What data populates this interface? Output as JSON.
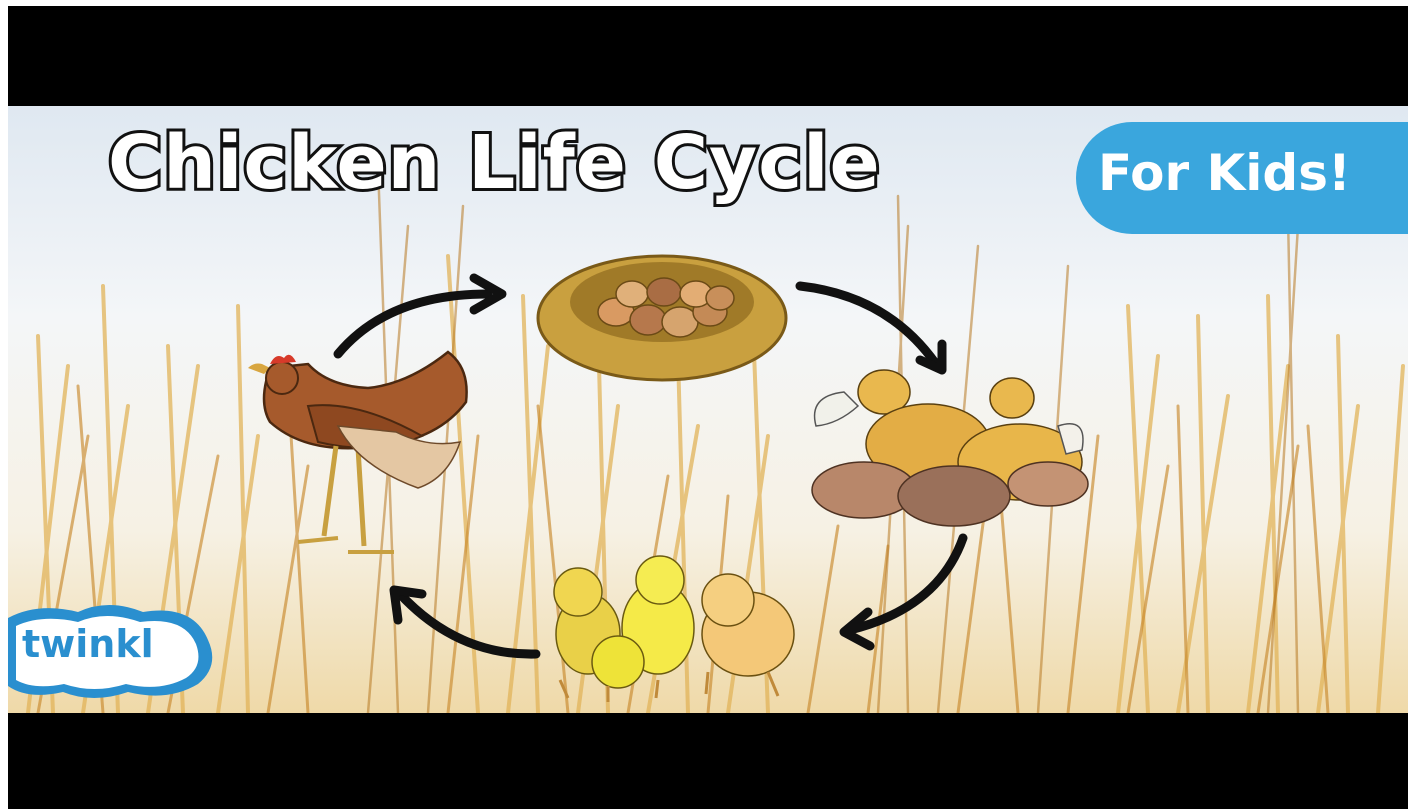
{
  "title": "Chicken Life Cycle",
  "badge": {
    "text": "For Kids!",
    "color": "#3aa6dd"
  },
  "logo": {
    "text": "twinkl",
    "color": "#2a8fcf"
  },
  "cycle_stages": [
    "hen",
    "nest-with-eggs",
    "hatching-chicks",
    "chicks"
  ]
}
